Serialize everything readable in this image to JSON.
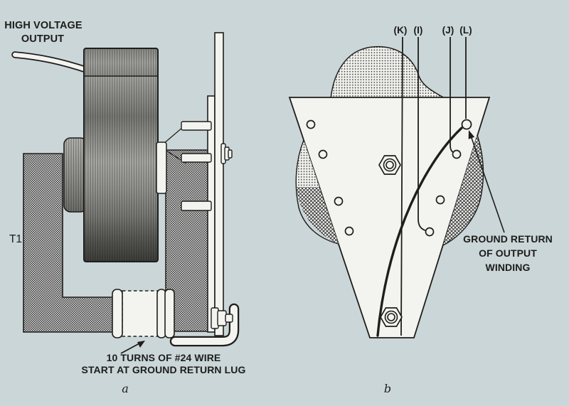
{
  "figure": {
    "background_color": "#cbd6d8",
    "ink_color": "#1e1e1c",
    "paper_color": "#f3f4ef",
    "panel_a": {
      "label": "a",
      "transformer_ref": "T1",
      "high_voltage_line1": "HIGH VOLTAGE",
      "high_voltage_line2": "OUTPUT",
      "winding_note_line1": "10 TURNS OF #24 WIRE",
      "winding_note_line2": "START AT GROUND RETURN LUG"
    },
    "panel_b": {
      "label": "b",
      "terminals": {
        "k": "(K)",
        "i": "(I)",
        "j": "(J)",
        "l": "(L)"
      },
      "ground_note_line1": "GROUND RETURN",
      "ground_note_line2": "OF OUTPUT",
      "ground_note_line3": "WINDING"
    }
  }
}
